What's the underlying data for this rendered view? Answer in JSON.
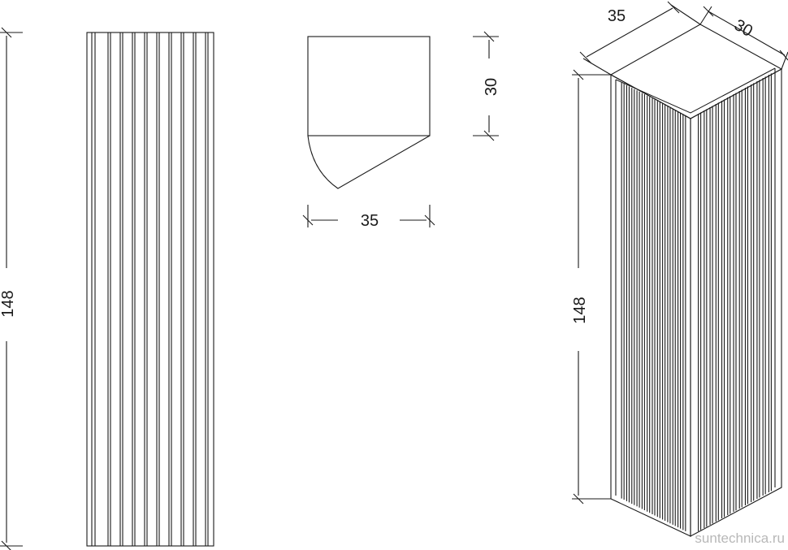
{
  "front_view": {
    "height_label": "148"
  },
  "top_view": {
    "width_label": "35",
    "depth_label": "30"
  },
  "iso_view": {
    "width_label": "35",
    "depth_label": "30",
    "height_label": "148"
  },
  "watermark": "suntechnica.ru"
}
